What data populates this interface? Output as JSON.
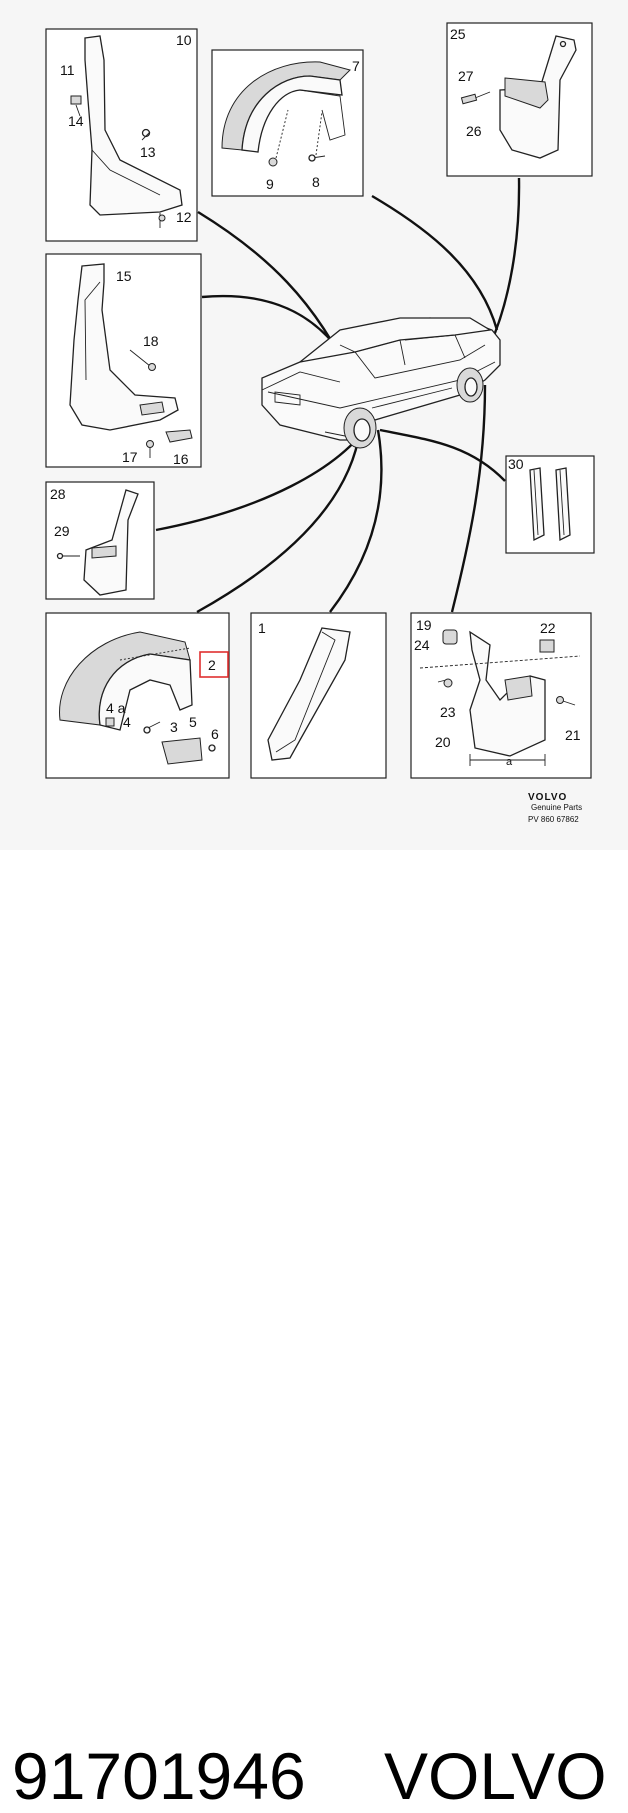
{
  "diagram": {
    "callouts": {
      "n1": "1",
      "n2": "2",
      "n3": "3",
      "n4": "4",
      "n4a": "4 a",
      "n5": "5",
      "n6": "6",
      "n7": "7",
      "n8": "8",
      "n9": "9",
      "n10": "10",
      "n11": "11",
      "n12": "12",
      "n13": "13",
      "n14": "14",
      "n15": "15",
      "n16": "16",
      "n17": "17",
      "n18": "18",
      "n19": "19",
      "n20": "20",
      "n21": "21",
      "n22": "22",
      "n23": "23",
      "n24": "24",
      "n25": "25",
      "n26": "26",
      "n27": "27",
      "n28": "28",
      "n29": "29",
      "n30": "30",
      "dim_a": "a"
    },
    "highlighted_callout": "2",
    "highlight_color": "#e03030",
    "brand": {
      "logo": "VOLVO",
      "subtitle": "Genuine Parts",
      "doc_code": "PV 860 67862"
    }
  },
  "footer": {
    "part_number": "91701946",
    "brand": "VOLVO"
  }
}
